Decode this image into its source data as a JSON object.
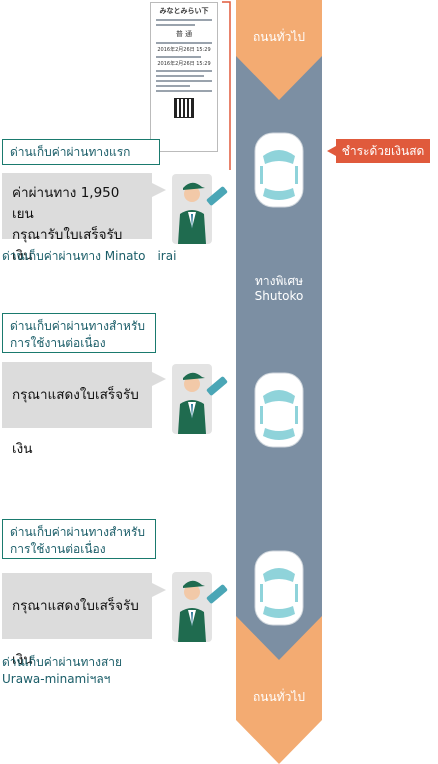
{
  "road": {
    "top_label": "ถนนทั่วไป",
    "middle_label_line1": "ทางพิเศษ",
    "middle_label_line2": "Shutoko",
    "bottom_label": "ถนนทั่วไป",
    "road_color": "#7c8fa3",
    "arrow_color": "#f3ab72"
  },
  "receipt": {
    "header": "みなとみらい下",
    "type": "普 通",
    "numbers": [
      "2016年2月26日 15:29",
      "2016年2月26日 15:29"
    ]
  },
  "cash_tag": {
    "label": "ชำระด้วยเงินสด",
    "color": "#e05a3c"
  },
  "gates": [
    {
      "box_label": "ด่านเก็บค่าผ่านทางแรก",
      "bubble_line1": "ค่าผ่านทาง 1,950 เยน",
      "bubble_line2": "กรุณารับใบเสร็จรับเงิน",
      "gate_name_line1": "ด่านเก็บค่าผ่านทาง Minato　irai",
      "gate_name_line2": ""
    },
    {
      "box_label": "ด่านเก็บค่าผ่านทางสำหรับการใช้งานต่อเนื่อง",
      "bubble_line1": "กรุณาแสดงใบเสร็จรับเงิน",
      "bubble_line2": "",
      "gate_name_line1": "",
      "gate_name_line2": ""
    },
    {
      "box_label": "ด่านเก็บค่าผ่านทางสำหรับการใช้งานต่อเนื่อง",
      "bubble_line1": "กรุณาแสดงใบเสร็จรับเงิน",
      "bubble_line2": "",
      "gate_name_line1": "ด่านเก็บค่าผ่านทางสาย",
      "gate_name_line2": "Urawa-minamiฯลฯ"
    }
  ],
  "icons": {
    "car": "car-icon",
    "clerk": "toll-clerk-icon",
    "receipt": "receipt-icon",
    "qr": "qr-code-icon"
  }
}
